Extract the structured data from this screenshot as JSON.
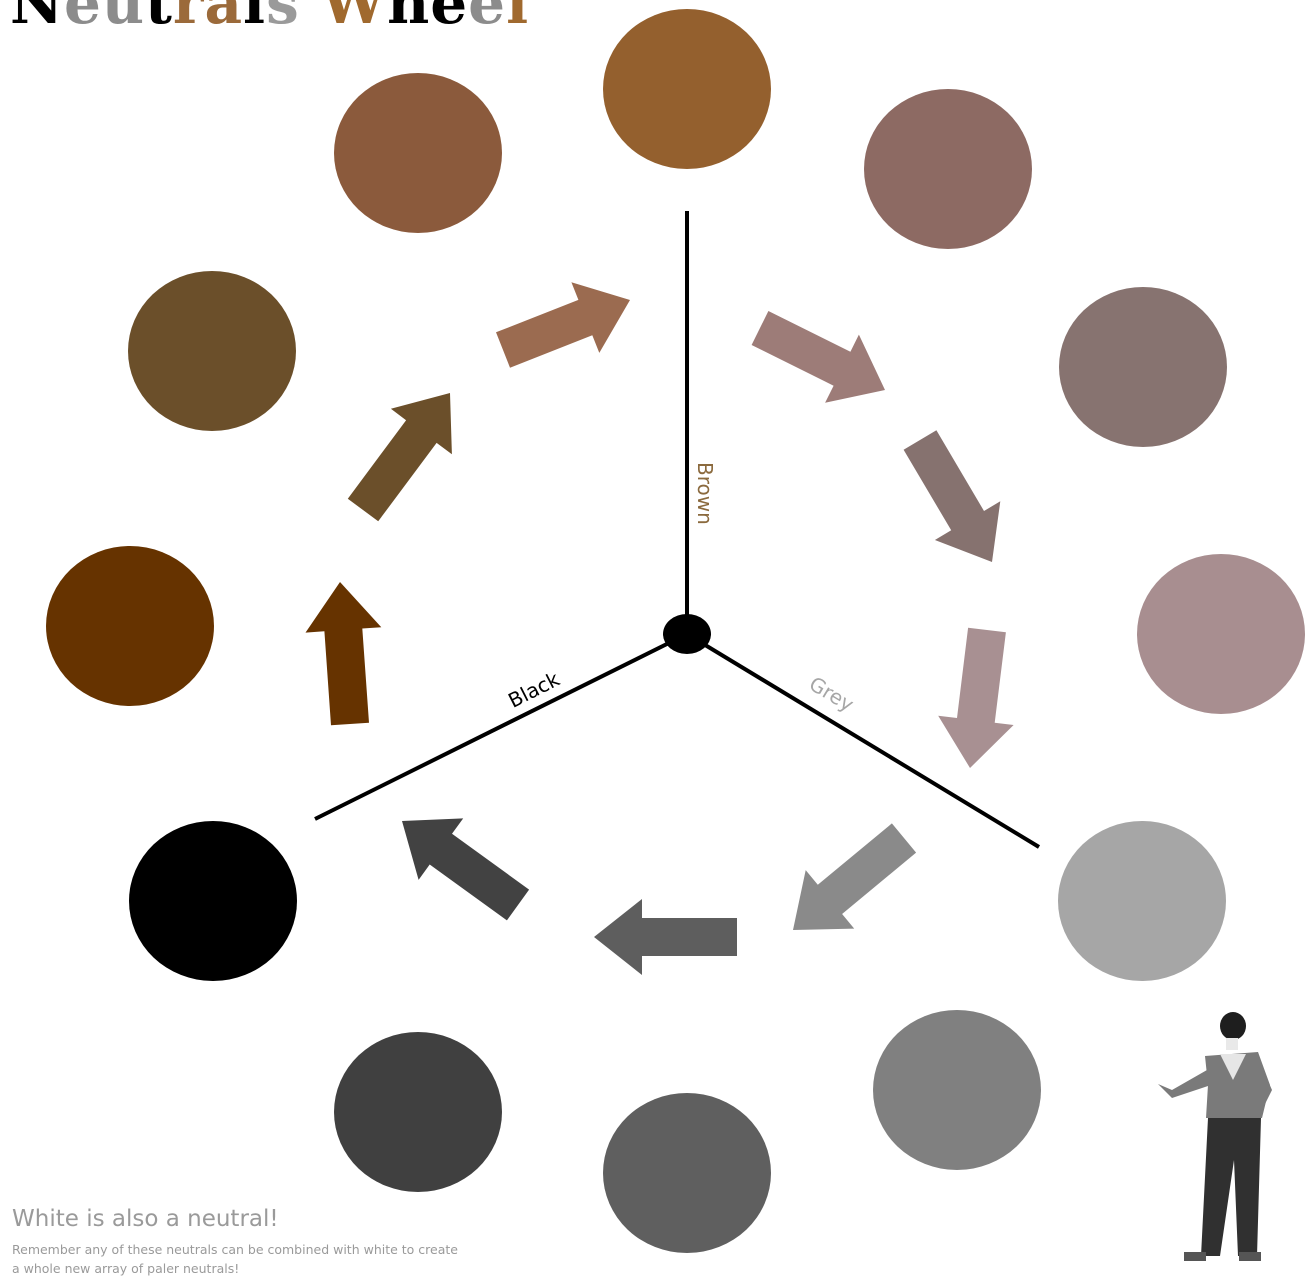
{
  "title": {
    "parts": [
      {
        "text": "N",
        "color": "#000000"
      },
      {
        "text": "eu",
        "color": "#8c8c8c"
      },
      {
        "text": "t",
        "color": "#000000"
      },
      {
        "text": "ra",
        "color": "#9b6a3a"
      },
      {
        "text": "l",
        "color": "#000000"
      },
      {
        "text": "s",
        "color": "#9a9a9a"
      },
      {
        "text": " W",
        "color": "#a0692e"
      },
      {
        "text": "he",
        "color": "#000000"
      },
      {
        "text": "e",
        "color": "#8c8c8c"
      },
      {
        "text": "l",
        "color": "#a0692e"
      }
    ]
  },
  "axes": {
    "brown_label": "Brown",
    "black_label": "Black",
    "grey_label": "Grey",
    "brown_label_color": "#8b6a3e",
    "black_label_color": "#000000",
    "grey_label_color": "#a6a6a6"
  },
  "swatches": [
    {
      "name": "brown-top",
      "color": "#94602e"
    },
    {
      "name": "mauve-1",
      "color": "#8d6a63"
    },
    {
      "name": "mauve-2",
      "color": "#877370"
    },
    {
      "name": "mauve-3",
      "color": "#a88e90"
    },
    {
      "name": "grey-light",
      "color": "#a6a6a6"
    },
    {
      "name": "grey-mid",
      "color": "#808080"
    },
    {
      "name": "grey-dark",
      "color": "#5f5f5f"
    },
    {
      "name": "grey-darker",
      "color": "#404040"
    },
    {
      "name": "black",
      "color": "#000000"
    },
    {
      "name": "dark-brown",
      "color": "#663300"
    },
    {
      "name": "olive-brown",
      "color": "#6b4f2a"
    },
    {
      "name": "brown-red",
      "color": "#8b5a3c"
    }
  ],
  "arrows": [
    {
      "name": "arrow-1",
      "color": "#9b6b50"
    },
    {
      "name": "arrow-2",
      "color": "#9d7c78"
    },
    {
      "name": "arrow-3",
      "color": "#86726f"
    },
    {
      "name": "arrow-4",
      "color": "#a89092"
    },
    {
      "name": "arrow-5",
      "color": "#8a8a8a"
    },
    {
      "name": "arrow-6",
      "color": "#5e5e5e"
    },
    {
      "name": "arrow-7",
      "color": "#424242"
    },
    {
      "name": "arrow-8",
      "color": "#663300"
    },
    {
      "name": "arrow-9",
      "color": "#6b4f2a"
    }
  ],
  "footer": {
    "heading": "White is also a neutral!",
    "body": "Remember any of these neutrals can be combined with white to create a whole new array of paler neutrals!"
  },
  "presenter": {
    "icon": "presenter-figure-icon"
  }
}
